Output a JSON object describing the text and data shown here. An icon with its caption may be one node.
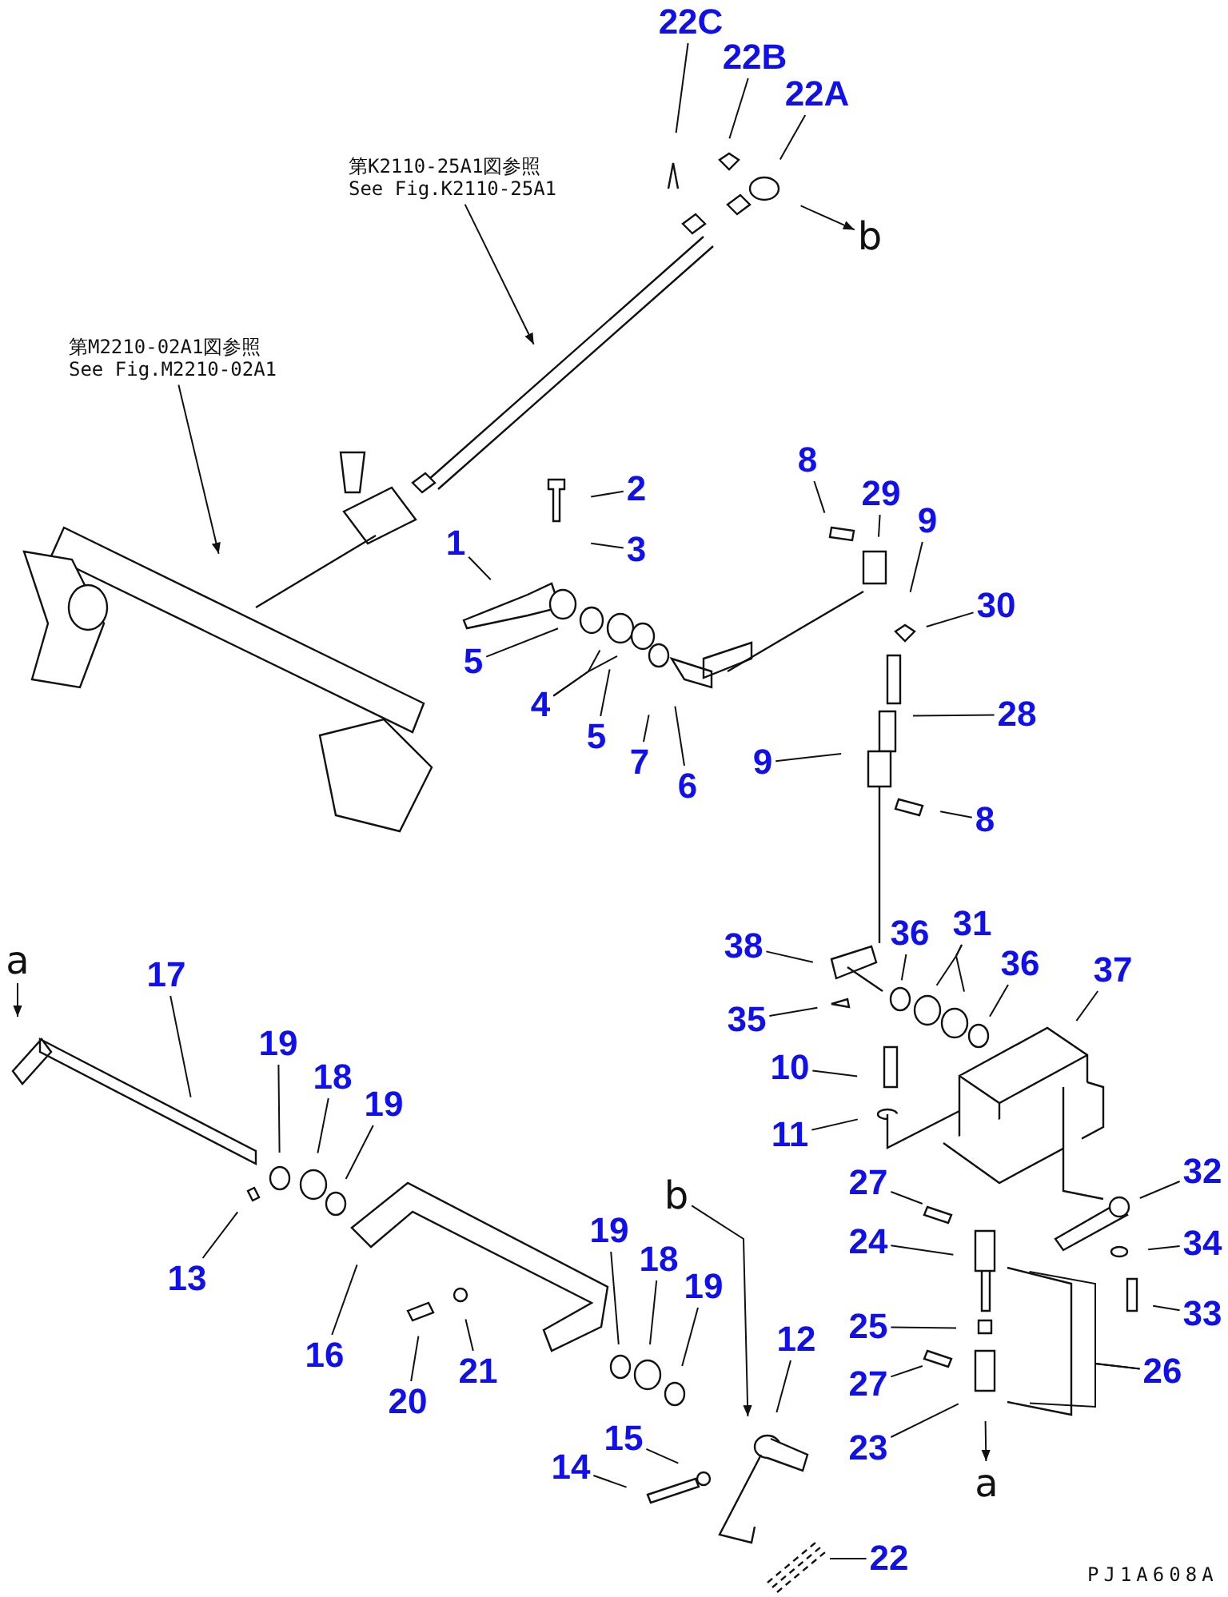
{
  "diagram": {
    "nodes": [
      {
        "text": [
          "22C"
        ]
      },
      {
        "text": [
          "22B"
        ]
      },
      {
        "text": [
          "22A"
        ]
      },
      {
        "text": [
          "b"
        ]
      },
      {
        "text": [
          "第K2110-25A1図参照",
          "See Fig.K2110-25A1"
        ]
      },
      {
        "text": [
          "第M2210-02A1図参照",
          "See Fig.M2210-02A1"
        ]
      },
      {
        "text": [
          "2"
        ]
      },
      {
        "text": [
          "8"
        ]
      },
      {
        "text": [
          "29"
        ]
      },
      {
        "text": [
          "1"
        ]
      },
      {
        "text": [
          "3"
        ]
      },
      {
        "text": [
          "9"
        ]
      },
      {
        "text": [
          "30"
        ]
      },
      {
        "text": [
          "5"
        ]
      },
      {
        "text": [
          "4"
        ]
      },
      {
        "text": [
          "5"
        ]
      },
      {
        "text": [
          "28"
        ]
      },
      {
        "text": [
          "7"
        ]
      },
      {
        "text": [
          "9"
        ]
      },
      {
        "text": [
          "6"
        ]
      },
      {
        "text": [
          "8"
        ]
      },
      {
        "text": [
          "a"
        ]
      },
      {
        "text": [
          "17"
        ]
      },
      {
        "text": [
          "38"
        ]
      },
      {
        "text": [
          "36"
        ]
      },
      {
        "text": [
          "31"
        ]
      },
      {
        "text": [
          "36"
        ]
      },
      {
        "text": [
          "37"
        ]
      },
      {
        "text": [
          "35"
        ]
      },
      {
        "text": [
          "19"
        ]
      },
      {
        "text": [
          "18"
        ]
      },
      {
        "text": [
          "19"
        ]
      },
      {
        "text": [
          "10"
        ]
      },
      {
        "text": [
          "11"
        ]
      },
      {
        "text": [
          "13"
        ]
      },
      {
        "text": [
          "27"
        ]
      },
      {
        "text": [
          "32"
        ]
      },
      {
        "text": [
          "16"
        ]
      },
      {
        "text": [
          "b"
        ]
      },
      {
        "text": [
          "24"
        ]
      },
      {
        "text": [
          "34"
        ]
      },
      {
        "text": [
          "19"
        ]
      },
      {
        "text": [
          "18"
        ]
      },
      {
        "text": [
          "19"
        ]
      },
      {
        "text": [
          "25"
        ]
      },
      {
        "text": [
          "33"
        ]
      },
      {
        "text": [
          "20"
        ]
      },
      {
        "text": [
          "21"
        ]
      },
      {
        "text": [
          "12"
        ]
      },
      {
        "text": [
          "27"
        ]
      },
      {
        "text": [
          "26"
        ]
      },
      {
        "text": [
          "15"
        ]
      },
      {
        "text": [
          "14"
        ]
      },
      {
        "text": [
          "23"
        ]
      },
      {
        "text": [
          "a"
        ]
      },
      {
        "text": [
          "22"
        ]
      }
    ],
    "edges": [
      {
        "from": 0,
        "to": null,
        "arrow": "none"
      },
      {
        "from": 1,
        "to": null,
        "arrow": "none"
      },
      {
        "from": 2,
        "to": null,
        "arrow": "none"
      },
      {
        "from": null,
        "to": 3,
        "arrow": "to"
      },
      {
        "from": 4,
        "to": null,
        "arrow": "to"
      },
      {
        "from": 5,
        "to": null,
        "arrow": "to"
      },
      {
        "from": 6,
        "to": null,
        "arrow": "none"
      },
      {
        "from": 7,
        "to": null,
        "arrow": "none"
      },
      {
        "from": 8,
        "to": null,
        "arrow": "none"
      },
      {
        "from": 9,
        "to": null,
        "arrow": "none"
      },
      {
        "from": 10,
        "to": null,
        "arrow": "none"
      },
      {
        "from": 11,
        "to": null,
        "arrow": "none"
      },
      {
        "from": 12,
        "to": null,
        "arrow": "none"
      },
      {
        "from": 13,
        "to": null,
        "arrow": "none"
      },
      {
        "from": 14,
        "to": null,
        "arrow": "none"
      },
      {
        "from": 14,
        "to": null,
        "arrow": "none"
      },
      {
        "from": 15,
        "to": null,
        "arrow": "none"
      },
      {
        "from": 16,
        "to": null,
        "arrow": "none"
      },
      {
        "from": 17,
        "to": null,
        "arrow": "none"
      },
      {
        "from": 18,
        "to": null,
        "arrow": "none"
      },
      {
        "from": 19,
        "to": null,
        "arrow": "none"
      },
      {
        "from": 20,
        "to": null,
        "arrow": "none"
      },
      {
        "from": 21,
        "to": null,
        "arrow": "to"
      },
      {
        "from": 22,
        "to": null,
        "arrow": "none"
      },
      {
        "from": 23,
        "to": null,
        "arrow": "none"
      },
      {
        "from": 24,
        "to": null,
        "arrow": "none"
      },
      {
        "from": 25,
        "to": null,
        "arrow": "none"
      },
      {
        "from": 25,
        "to": null,
        "arrow": "none"
      },
      {
        "from": 26,
        "to": null,
        "arrow": "none"
      },
      {
        "from": 27,
        "to": null,
        "arrow": "none"
      },
      {
        "from": 28,
        "to": null,
        "arrow": "none"
      },
      {
        "from": 29,
        "to": null,
        "arrow": "none"
      },
      {
        "from": 30,
        "to": null,
        "arrow": "none"
      },
      {
        "from": 31,
        "to": null,
        "arrow": "none"
      },
      {
        "from": 32,
        "to": null,
        "arrow": "none"
      },
      {
        "from": 33,
        "to": null,
        "arrow": "none"
      },
      {
        "from": 34,
        "to": null,
        "arrow": "none"
      },
      {
        "from": 35,
        "to": null,
        "arrow": "none"
      },
      {
        "from": 36,
        "to": null,
        "arrow": "none"
      },
      {
        "from": 37,
        "to": null,
        "arrow": "none"
      },
      {
        "from": 38,
        "to": null,
        "arrow": "to"
      },
      {
        "from": 39,
        "to": null,
        "arrow": "none"
      },
      {
        "from": 40,
        "to": null,
        "arrow": "none"
      },
      {
        "from": 41,
        "to": null,
        "arrow": "none"
      },
      {
        "from": 42,
        "to": null,
        "arrow": "none"
      },
      {
        "from": 43,
        "to": null,
        "arrow": "none"
      },
      {
        "from": 44,
        "to": null,
        "arrow": "none"
      },
      {
        "from": 45,
        "to": null,
        "arrow": "none"
      },
      {
        "from": 46,
        "to": null,
        "arrow": "none"
      },
      {
        "from": 47,
        "to": null,
        "arrow": "none"
      },
      {
        "from": 48,
        "to": null,
        "arrow": "none"
      },
      {
        "from": 49,
        "to": null,
        "arrow": "none"
      },
      {
        "from": 50,
        "to": null,
        "arrow": "none"
      },
      {
        "from": 50,
        "to": null,
        "arrow": "none"
      },
      {
        "from": 51,
        "to": null,
        "arrow": "none"
      },
      {
        "from": 52,
        "to": null,
        "arrow": "none"
      },
      {
        "from": 53,
        "to": null,
        "arrow": "none"
      },
      {
        "from": null,
        "to": 54,
        "arrow": "to"
      },
      {
        "from": 55,
        "to": null,
        "arrow": "none"
      }
    ],
    "labels": [
      "PJ1A608A"
    ]
  }
}
